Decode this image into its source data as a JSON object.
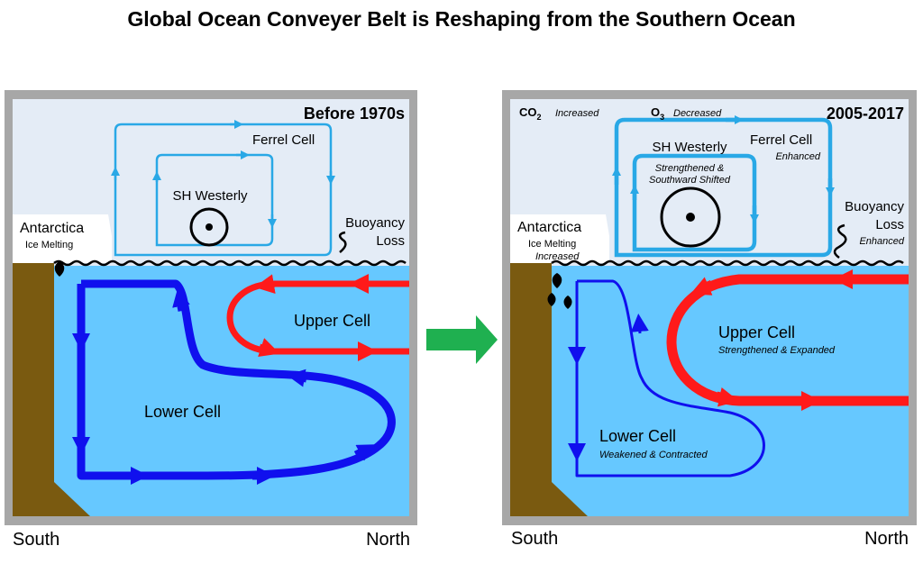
{
  "title": "Global Ocean Conveyer Belt is Reshaping from the Southern Ocean",
  "colors": {
    "frame": "#a7a7a7",
    "sky": "#e4ecf6",
    "ocean": "#66c8ff",
    "land": "#7a5a10",
    "ferrel": "#29a8e6",
    "lower_cell": "#1010ee",
    "upper_cell": "#ff1a1a",
    "arrow": "#1fb050"
  },
  "left_panel": {
    "period": "Before 1970s",
    "antarctica": "Antarctica",
    "ice_melting": "Ice Melting",
    "ferrel_cell": "Ferrel Cell",
    "sh_westerly": "SH Westerly",
    "buoyancy": "Buoyancy",
    "loss": "Loss",
    "upper_cell": "Upper Cell",
    "lower_cell": "Lower Cell",
    "south": "South",
    "north": "North"
  },
  "right_panel": {
    "period": "2005-2017",
    "co2": "CO",
    "co2_sub": "2",
    "co2_note": "Increased",
    "o3": "O",
    "o3_sub": "3",
    "o3_note": "Decreased",
    "antarctica": "Antarctica",
    "ice_melting": "Ice Melting",
    "ice_note": "Increased",
    "ferrel_cell": "Ferrel Cell",
    "ferrel_note": "Enhanced",
    "sh_westerly": "SH Westerly",
    "westerly_note1": "Strengthened &",
    "westerly_note2": "Southward Shifted",
    "buoyancy": "Buoyancy",
    "loss": "Loss",
    "loss_note": "Enhanced",
    "upper_cell": "Upper Cell",
    "upper_note": "Strengthened & Expanded",
    "lower_cell": "Lower Cell",
    "lower_note": "Weakened & Contracted",
    "south": "South",
    "north": "North"
  },
  "transition_arrow": "right-arrow-icon"
}
